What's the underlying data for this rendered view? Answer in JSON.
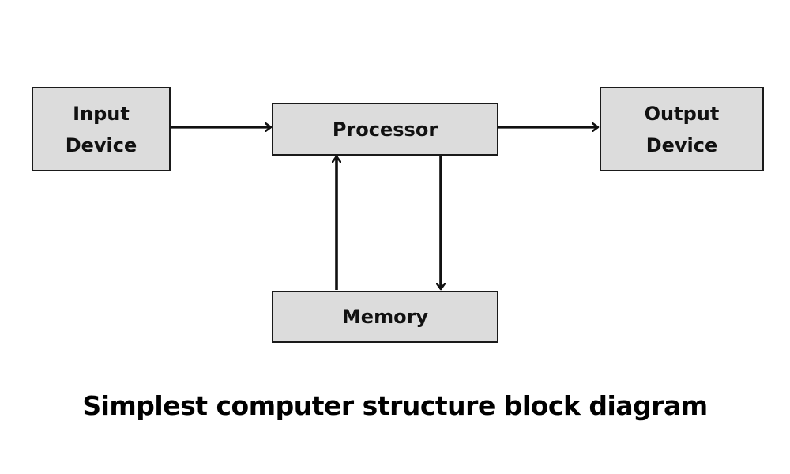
{
  "diagram": {
    "blocks": {
      "input": {
        "label": "Input\nDevice"
      },
      "processor": {
        "label": "Processor"
      },
      "output": {
        "label": "Output\nDevice"
      },
      "memory": {
        "label": "Memory"
      }
    },
    "connections": [
      {
        "from": "Input Device",
        "to": "Processor"
      },
      {
        "from": "Processor",
        "to": "Output Device"
      },
      {
        "from": "Memory",
        "to": "Processor"
      },
      {
        "from": "Processor",
        "to": "Memory"
      }
    ],
    "caption": "Simplest computer structure block diagram",
    "colors": {
      "block_fill": "#dcdcdc",
      "stroke": "#1a1a1a",
      "text": "#111111",
      "background": "#ffffff"
    }
  }
}
